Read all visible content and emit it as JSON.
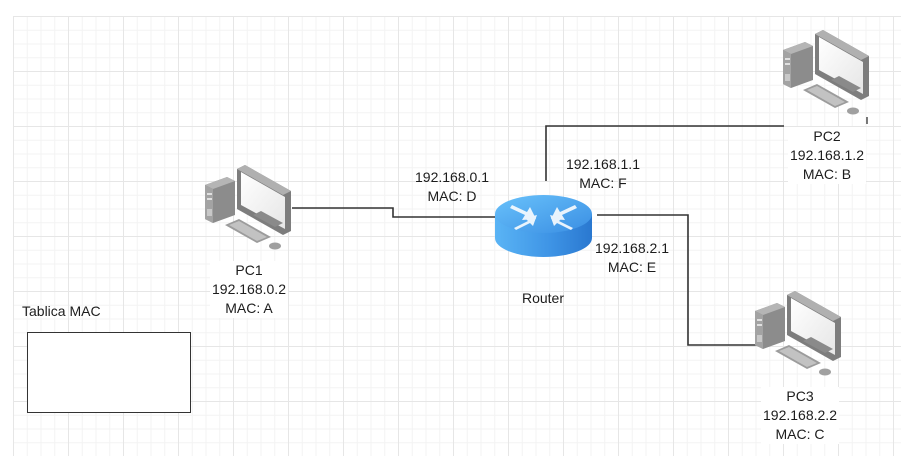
{
  "diagram": {
    "pcs": [
      {
        "id": "pc1",
        "name": "PC1",
        "ip": "192.168.0.2",
        "mac": "MAC: A",
        "icon": "desktop-computer-icon"
      },
      {
        "id": "pc2",
        "name": "PC2",
        "ip": "192.168.1.2",
        "mac": "MAC: B",
        "icon": "desktop-computer-icon"
      },
      {
        "id": "pc3",
        "name": "PC3",
        "ip": "192.168.2.2",
        "mac": "MAC: C",
        "icon": "desktop-computer-icon"
      }
    ],
    "router": {
      "name": "Router",
      "icon": "router-icon",
      "color": "#3d8fe0",
      "interfaces": [
        {
          "connects_to": "PC1",
          "ip": "192.168.0.1",
          "mac": "MAC: D"
        },
        {
          "connects_to": "PC2",
          "ip": "192.168.1.1",
          "mac": "MAC: F"
        },
        {
          "connects_to": "PC3",
          "ip": "192.168.2.1",
          "mac": "MAC: E"
        }
      ]
    },
    "mac_table": {
      "title": "Tablica MAC",
      "entries": []
    },
    "colors": {
      "line": "#333333",
      "text": "#1c1c1c",
      "grid_major": "#e6e6e6",
      "grid_minor": "#f3f3f3"
    }
  }
}
